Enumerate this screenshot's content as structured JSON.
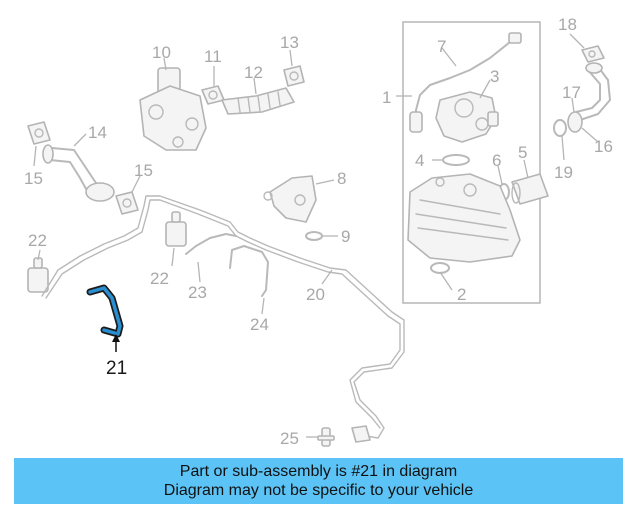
{
  "diagram": {
    "callouts": [
      "1",
      "2",
      "3",
      "4",
      "5",
      "6",
      "7",
      "8",
      "9",
      "10",
      "11",
      "12",
      "13",
      "14",
      "15",
      "15",
      "16",
      "17",
      "18",
      "19",
      "20",
      "21",
      "22",
      "22",
      "23",
      "24",
      "25"
    ],
    "highlighted_part": "21",
    "colors": {
      "highlight": "#2a8fd0",
      "part_lines": "#b9b9b9",
      "banner_background": "#5bc3f5"
    }
  },
  "banner": {
    "line1": "Part or sub-assembly is #21 in diagram",
    "line2": "Diagram may not be specific to your vehicle"
  }
}
